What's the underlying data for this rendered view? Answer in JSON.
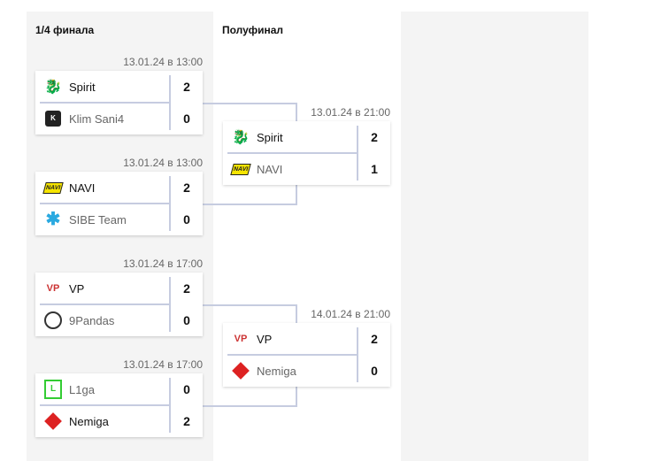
{
  "rounds": [
    {
      "title": "1/4 финала"
    },
    {
      "title": "Полуфинал"
    }
  ],
  "quarter": [
    {
      "time": "13.01.24 в 13:00",
      "t1": {
        "name": "Spirit",
        "score": "2",
        "logo": "spirit-logo"
      },
      "t2": {
        "name": "Klim Sani4",
        "score": "0",
        "logo": "klim-sani4-logo"
      }
    },
    {
      "time": "13.01.24 в 13:00",
      "t1": {
        "name": "NAVI",
        "score": "2",
        "logo": "navi-logo"
      },
      "t2": {
        "name": "SIBE Team",
        "score": "0",
        "logo": "sibe-logo"
      }
    },
    {
      "time": "13.01.24 в 17:00",
      "t1": {
        "name": "VP",
        "score": "2",
        "logo": "vp-logo"
      },
      "t2": {
        "name": "9Pandas",
        "score": "0",
        "logo": "9pandas-logo"
      }
    },
    {
      "time": "13.01.24 в 17:00",
      "t1": {
        "name": "L1ga",
        "score": "0",
        "logo": "l1ga-logo"
      },
      "t2": {
        "name": "Nemiga",
        "score": "2",
        "logo": "nemiga-logo"
      }
    }
  ],
  "semi": [
    {
      "time": "13.01.24 в 21:00",
      "t1": {
        "name": "Spirit",
        "score": "2",
        "logo": "spirit-logo"
      },
      "t2": {
        "name": "NAVI",
        "score": "1",
        "logo": "navi-logo"
      }
    },
    {
      "time": "14.01.24 в 21:00",
      "t1": {
        "name": "VP",
        "score": "2",
        "logo": "vp-logo"
      },
      "t2": {
        "name": "Nemiga",
        "score": "0",
        "logo": "nemiga-logo"
      }
    }
  ]
}
